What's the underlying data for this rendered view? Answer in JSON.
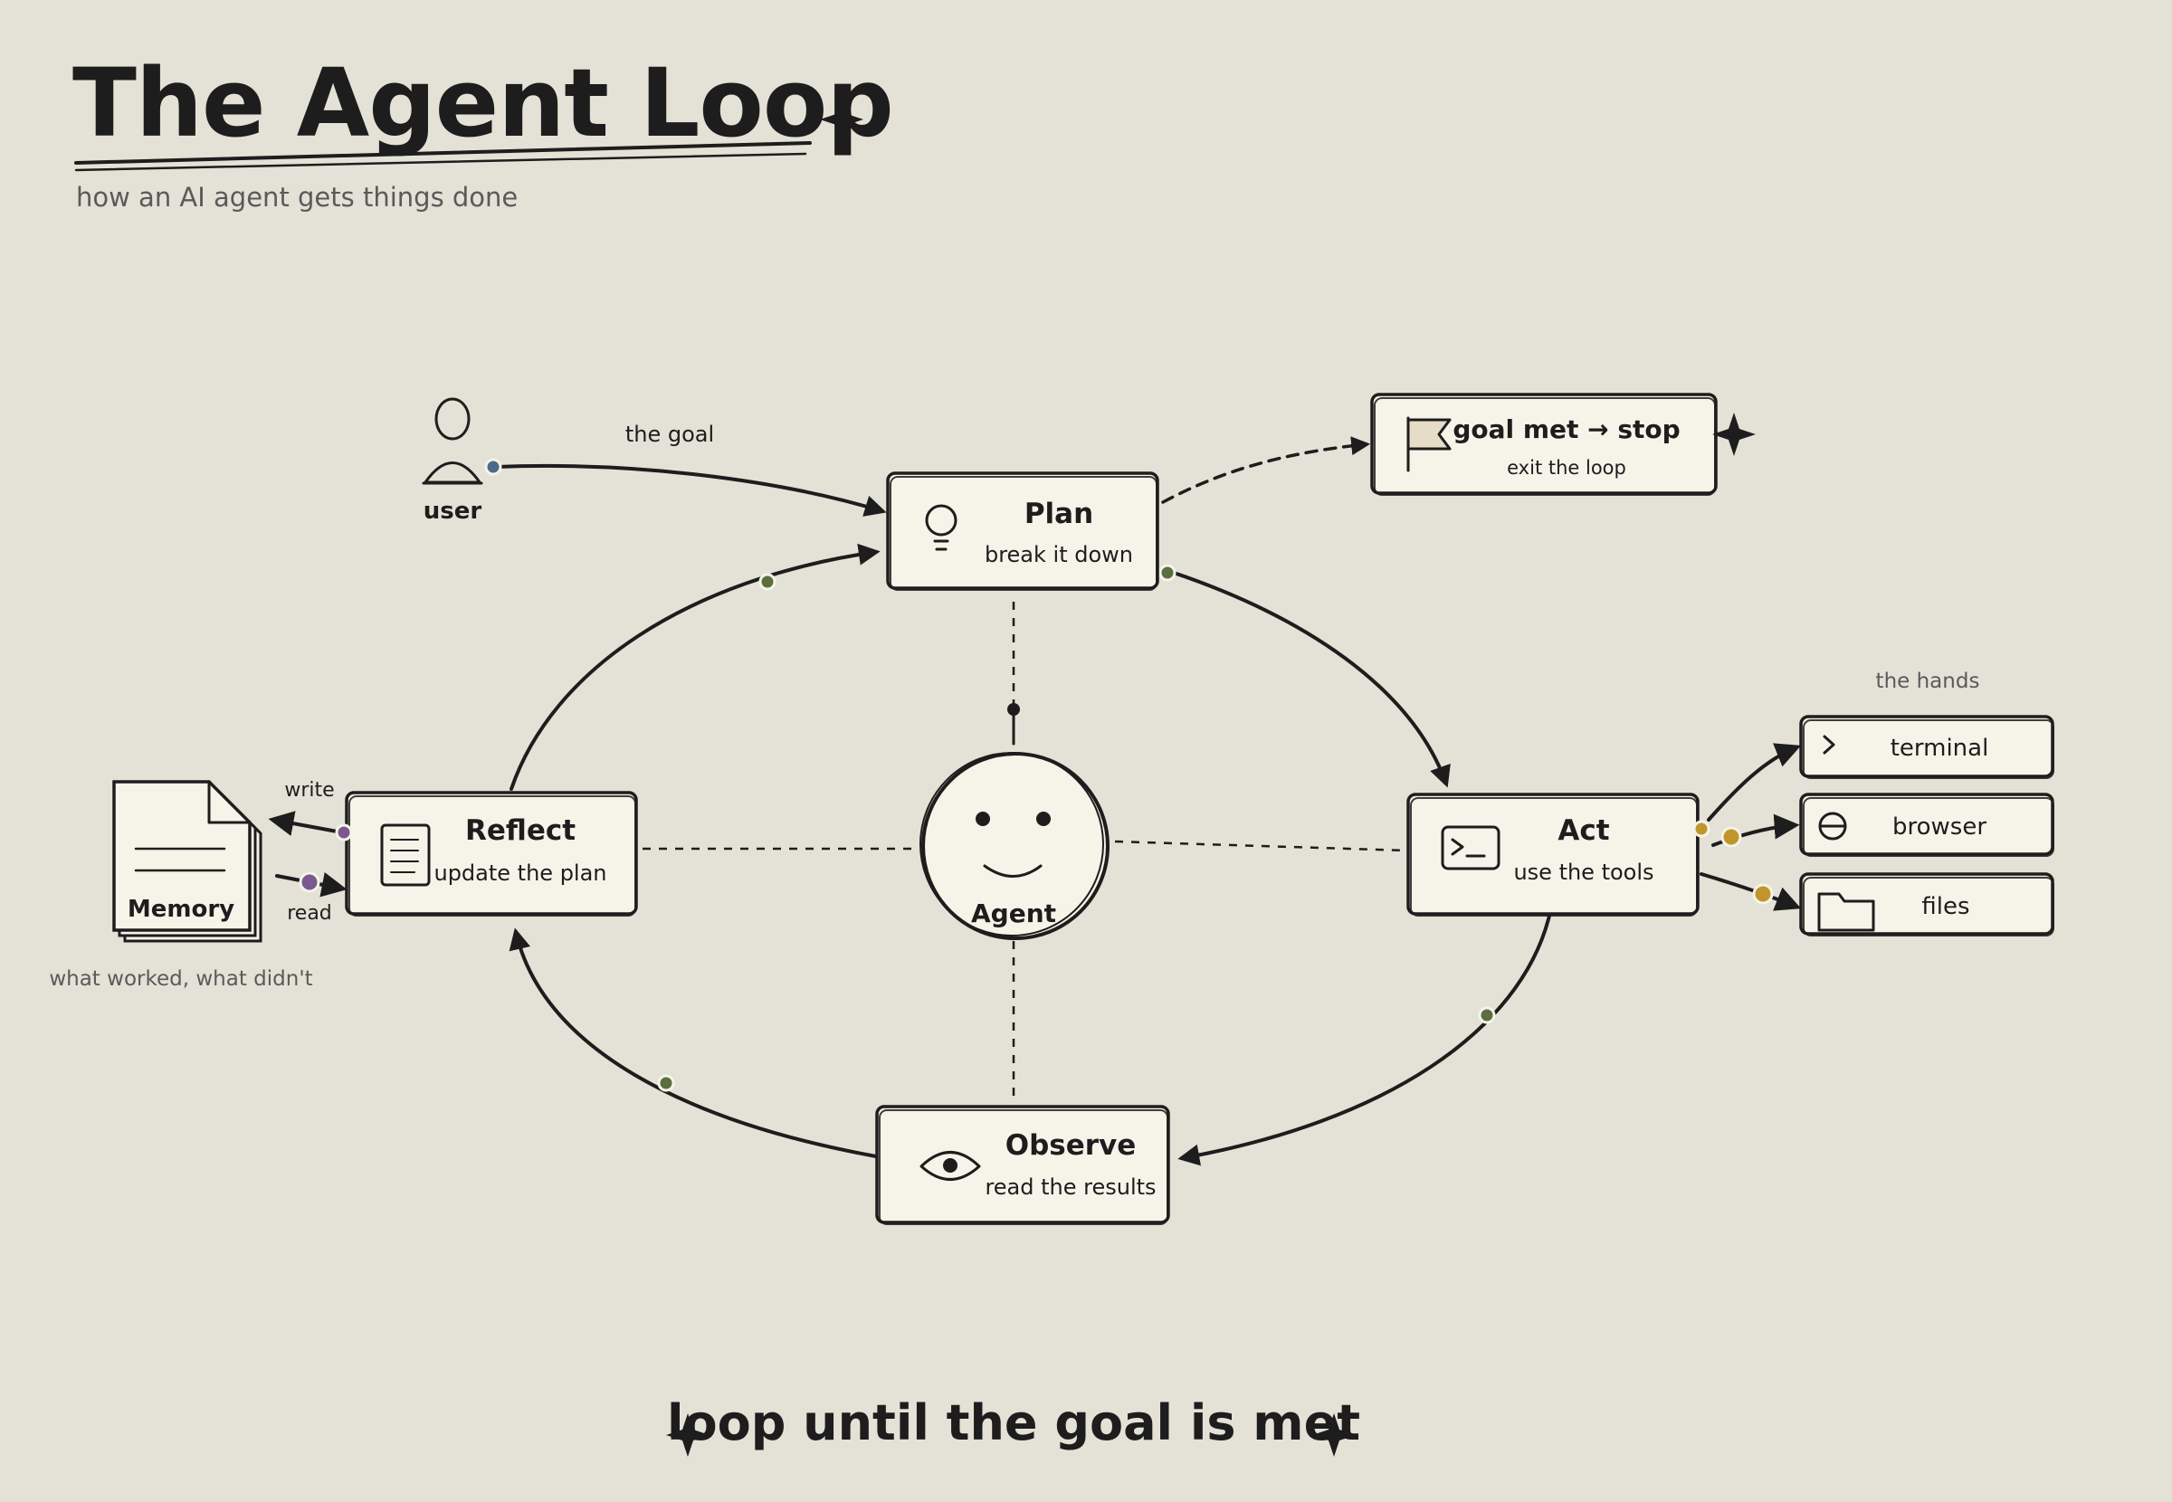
{
  "title": "The Agent Loop",
  "subtitle": "how an AI agent gets things done",
  "user": {
    "label": "user",
    "edge_label": "the goal"
  },
  "nodes": {
    "plan": {
      "title": "Plan",
      "subtitle": "break it down",
      "icon": "lightbulb-icon"
    },
    "act": {
      "title": "Act",
      "subtitle": "use the tools",
      "icon": "terminal-window-icon"
    },
    "observe": {
      "title": "Observe",
      "subtitle": "read the results",
      "icon": "eye-icon"
    },
    "reflect": {
      "title": "Reflect",
      "subtitle": "update the plan",
      "icon": "notepad-icon"
    }
  },
  "agent": {
    "label": "Agent",
    "icon": "smiley-robot-icon"
  },
  "exit": {
    "title": "goal met → stop",
    "subtitle": "exit the loop",
    "icon": "flag-icon"
  },
  "tools": {
    "heading": "the hands",
    "items": [
      {
        "label": "terminal",
        "icon": "chevron-prompt-icon"
      },
      {
        "label": "browser",
        "icon": "globe-icon"
      },
      {
        "label": "files",
        "icon": "folder-icon"
      }
    ]
  },
  "memory": {
    "label": "Memory",
    "caption": "what worked, what didn't",
    "write_label": "write",
    "read_label": "read"
  },
  "footer": "loop until the goal is met",
  "colors": {
    "background": "#e4e1d6",
    "card": "#f6f3e8",
    "ink": "#1d1d1d",
    "loop_dot": "#5b6e3f",
    "user_dot": "#4e6a8a",
    "memory_dot": "#7a5a8e",
    "tool_dot": "#c0962c"
  }
}
